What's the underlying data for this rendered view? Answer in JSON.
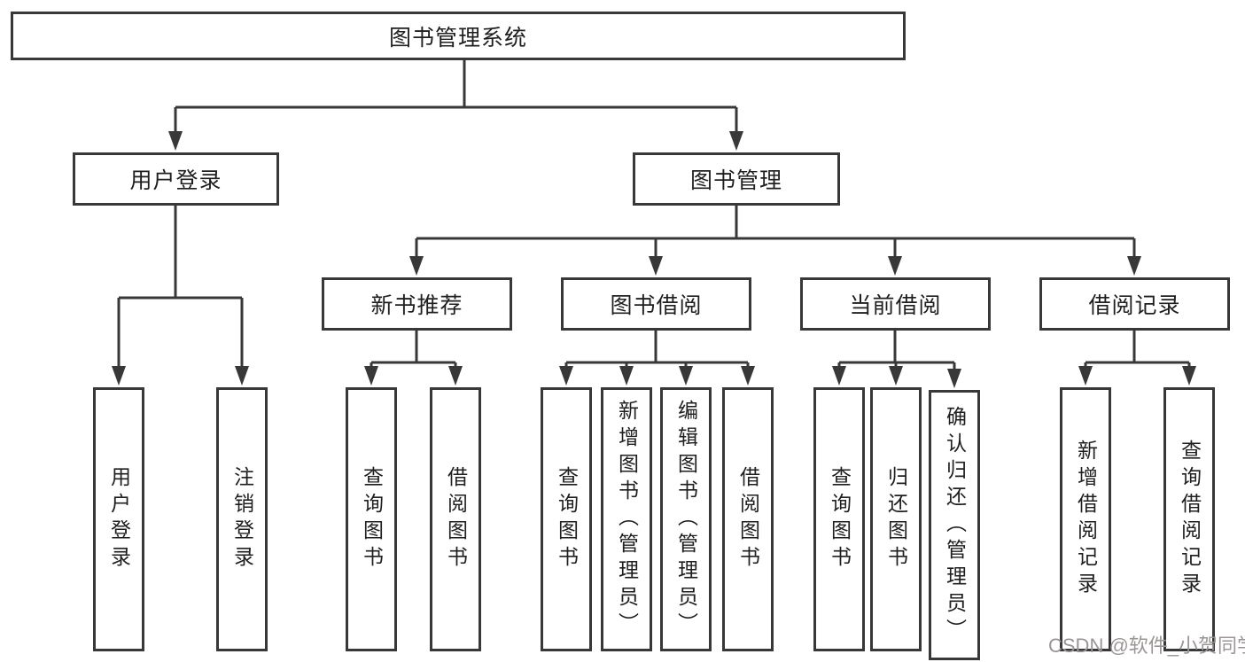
{
  "tree": {
    "root": "图书管理系统",
    "branches": [
      {
        "label": "用户登录",
        "leaves": [
          "用户登录",
          "注销登录"
        ]
      },
      {
        "label": "图书管理",
        "groups": [
          {
            "label": "新书推荐",
            "leaves": [
              "查询图书",
              "借阅图书"
            ]
          },
          {
            "label": "图书借阅",
            "leaves": [
              "查询图书",
              "新增图书（管理员）",
              "编辑图书（管理员）",
              "借阅图书"
            ]
          },
          {
            "label": "当前借阅",
            "leaves": [
              "查询图书",
              "归还图书",
              "确认归还（管理员）"
            ]
          },
          {
            "label": "借阅记录",
            "leaves": [
              "新增借阅记录",
              "查询借阅记录"
            ]
          }
        ]
      }
    ]
  },
  "watermark": {
    "text": "CSDN @软件_小贺同学"
  },
  "colors": {
    "line": "#383838",
    "text": "#1f1f1f",
    "background": "#ffffff",
    "watermark": "#9b9595"
  }
}
